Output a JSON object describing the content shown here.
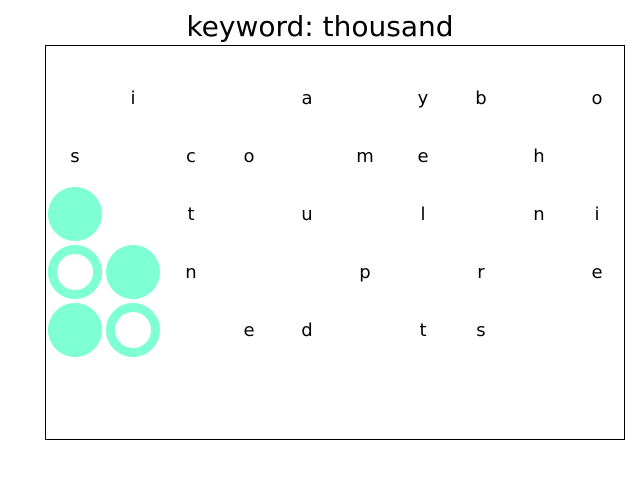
{
  "title": "keyword: thousand",
  "accent_color": "#7fffd4",
  "grid": {
    "cols": 10,
    "rows": 5,
    "letters": [
      [
        "",
        "i",
        "",
        "",
        "a",
        "",
        "y",
        "b",
        "",
        "o"
      ],
      [
        "s",
        "",
        "c",
        "o",
        "",
        "m",
        "e",
        "",
        "h",
        ""
      ],
      [
        "",
        "",
        "t",
        "",
        "u",
        "",
        "l",
        "",
        "n",
        "i"
      ],
      [
        "",
        "",
        "n",
        "",
        "",
        "p",
        "",
        "r",
        "",
        "e"
      ],
      [
        "",
        "",
        "",
        "e",
        "d",
        "",
        "t",
        "s",
        "",
        ""
      ]
    ]
  },
  "tokens": [
    {
      "row": 2,
      "col": 0,
      "style": "filled"
    },
    {
      "row": 3,
      "col": 0,
      "style": "ring"
    },
    {
      "row": 3,
      "col": 1,
      "style": "filled"
    },
    {
      "row": 4,
      "col": 0,
      "style": "filled"
    },
    {
      "row": 4,
      "col": 1,
      "style": "ring"
    }
  ]
}
